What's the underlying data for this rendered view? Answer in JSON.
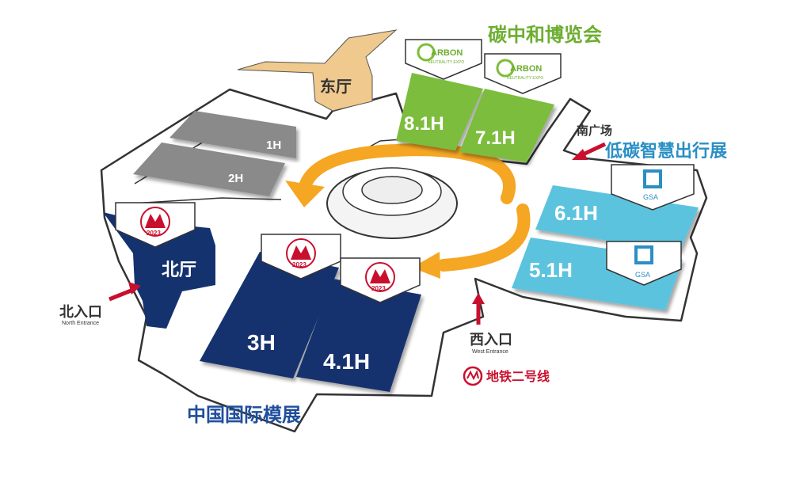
{
  "halls": {
    "h1": "1H",
    "h2": "2H",
    "h3": "3H",
    "h41": "4.1H",
    "h51": "5.1H",
    "h61": "6.1H",
    "h71": "7.1H",
    "h81": "8.1H",
    "north_hall": "北厅",
    "east_hall": "东厅"
  },
  "exhibitions": {
    "carbon_expo": "碳中和博览会",
    "low_carbon_mobility": "低碳智慧出行展",
    "model_expo": "中国国际模展"
  },
  "entrances": {
    "north_cn": "北入口",
    "north_en": "North Entrance",
    "west_cn": "西入口",
    "west_en": "West Entrance",
    "south_plaza": "南广场",
    "metro": "地铁二号线"
  },
  "badges": {
    "carbon_text_1": "ARBON",
    "carbon_text_2": "NEUTRALITY EXPO",
    "gsa": "GSA",
    "model_year": "2023"
  },
  "colors": {
    "navy": "#14336e",
    "light_blue": "#5bc3de",
    "green": "#7cbd3c",
    "gray": "#8a8a8a",
    "tan": "#efc98d",
    "orange": "#f5a623",
    "red": "#c8102e",
    "label_blue": "#1f4e9c",
    "label_teal": "#2a8fc4",
    "label_green": "#6cae2f"
  }
}
